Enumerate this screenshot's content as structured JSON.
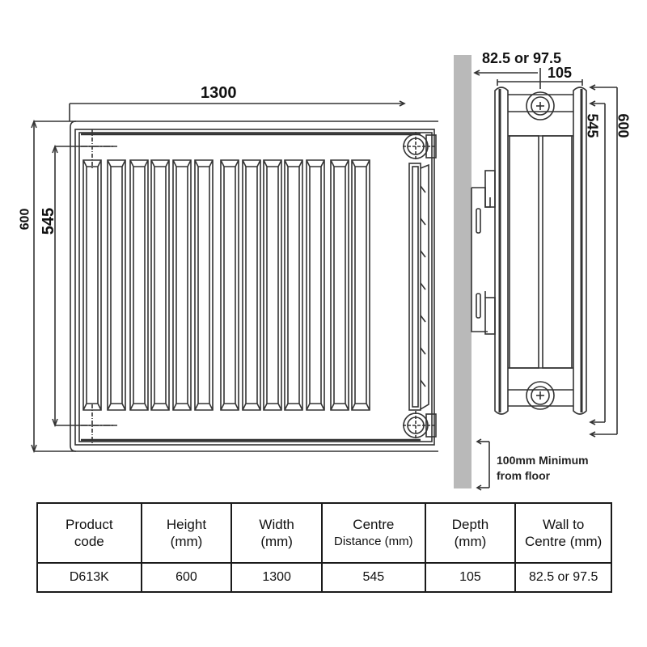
{
  "front_view": {
    "width_label": "1300",
    "height_label": "600",
    "centre_label": "545",
    "fin_count": 13
  },
  "side_view": {
    "wall_to_centre_label": "82.5 or 97.5",
    "depth_label": "105",
    "centre_label": "545",
    "height_label": "600",
    "floor_note_line1": "100mm Minimum",
    "floor_note_line2": "from floor",
    "wall_color": "#b9b9b9"
  },
  "spec_table": {
    "headers": [
      {
        "line1": "Product",
        "line2": "code"
      },
      {
        "line1": "Height",
        "line2": "(mm)"
      },
      {
        "line1": "Width",
        "line2": "(mm)"
      },
      {
        "line1": "Centre",
        "line2": "Distance (mm)"
      },
      {
        "line1": "Depth",
        "line2": "(mm)"
      },
      {
        "line1": "Wall to",
        "line2": "Centre (mm)"
      }
    ],
    "rows": [
      {
        "product_code": "D613K",
        "height": "600",
        "width": "1300",
        "centre_distance": "545",
        "depth": "105",
        "wall_to_centre": "82.5 or 97.5"
      }
    ]
  }
}
